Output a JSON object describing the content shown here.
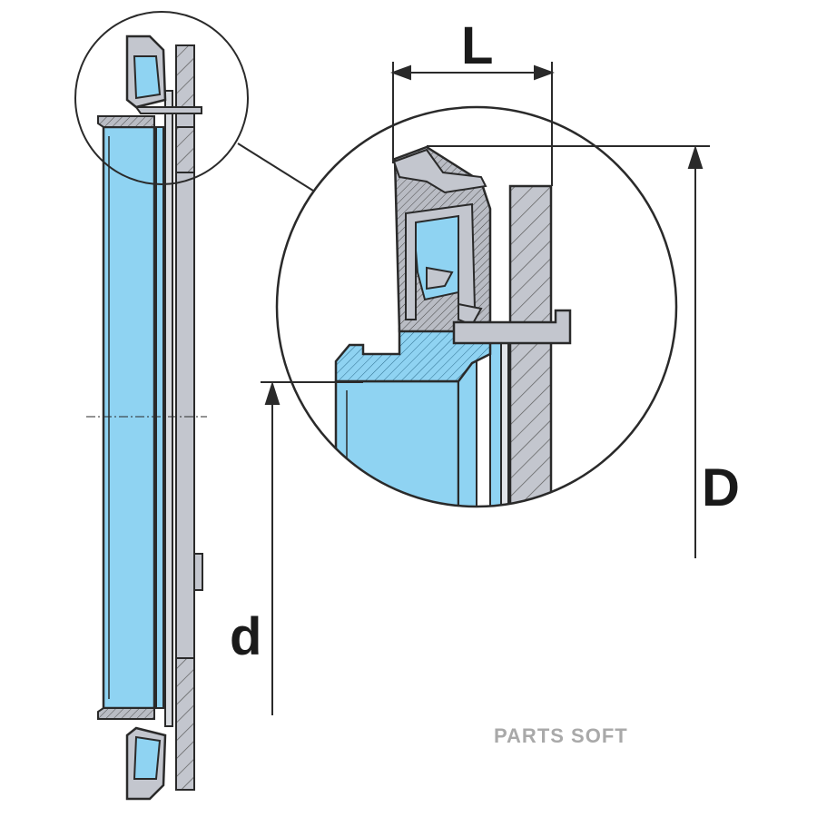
{
  "dimensions": {
    "width_label": "L",
    "outer_diameter_label": "D",
    "inner_diameter_label": "d"
  },
  "watermark": "PARTS SOFT",
  "colors": {
    "seal_blue": "#8fd3f2",
    "metal_grey": "#c3c6ce",
    "outline": "#2a2a2a"
  }
}
